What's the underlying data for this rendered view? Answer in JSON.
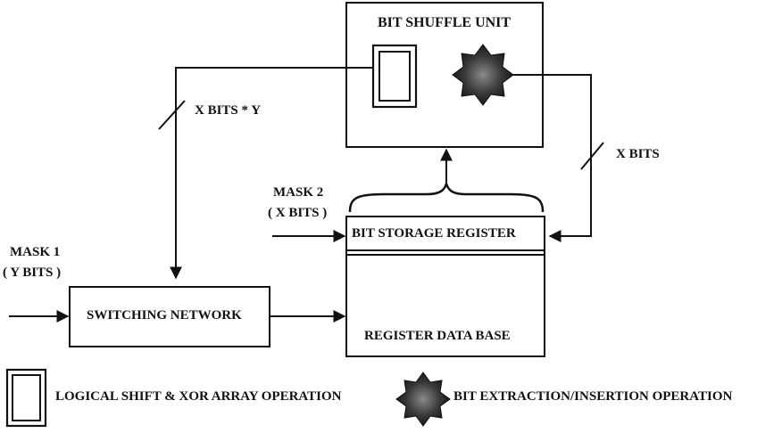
{
  "diagram": {
    "bit_shuffle_unit": "BIT SHUFFLE UNIT",
    "x_bits_y": "X BITS * Y",
    "x_bits": "X BITS",
    "mask2": "MASK 2",
    "mask2_sub": "( X BITS )",
    "mask1": "MASK 1",
    "mask1_sub": "( Y BITS )",
    "bit_storage_register": "BIT STORAGE REGISTER",
    "switching_network": "SWITCHING NETWORK",
    "register_data_base": "REGISTER DATA BASE"
  },
  "legend": {
    "shift_xor": "LOGICAL SHIFT &  XOR ARRAY OPERATION",
    "extraction": "BIT EXTRACTION/INSERTION OPERATION"
  },
  "colors": {
    "stroke": "#111111",
    "star_dark": "#1a1a1a",
    "star_light": "#7a7a7a"
  },
  "icons": {
    "shift_xor": "double-rectangle-icon",
    "extraction": "eight-point-star-icon"
  }
}
